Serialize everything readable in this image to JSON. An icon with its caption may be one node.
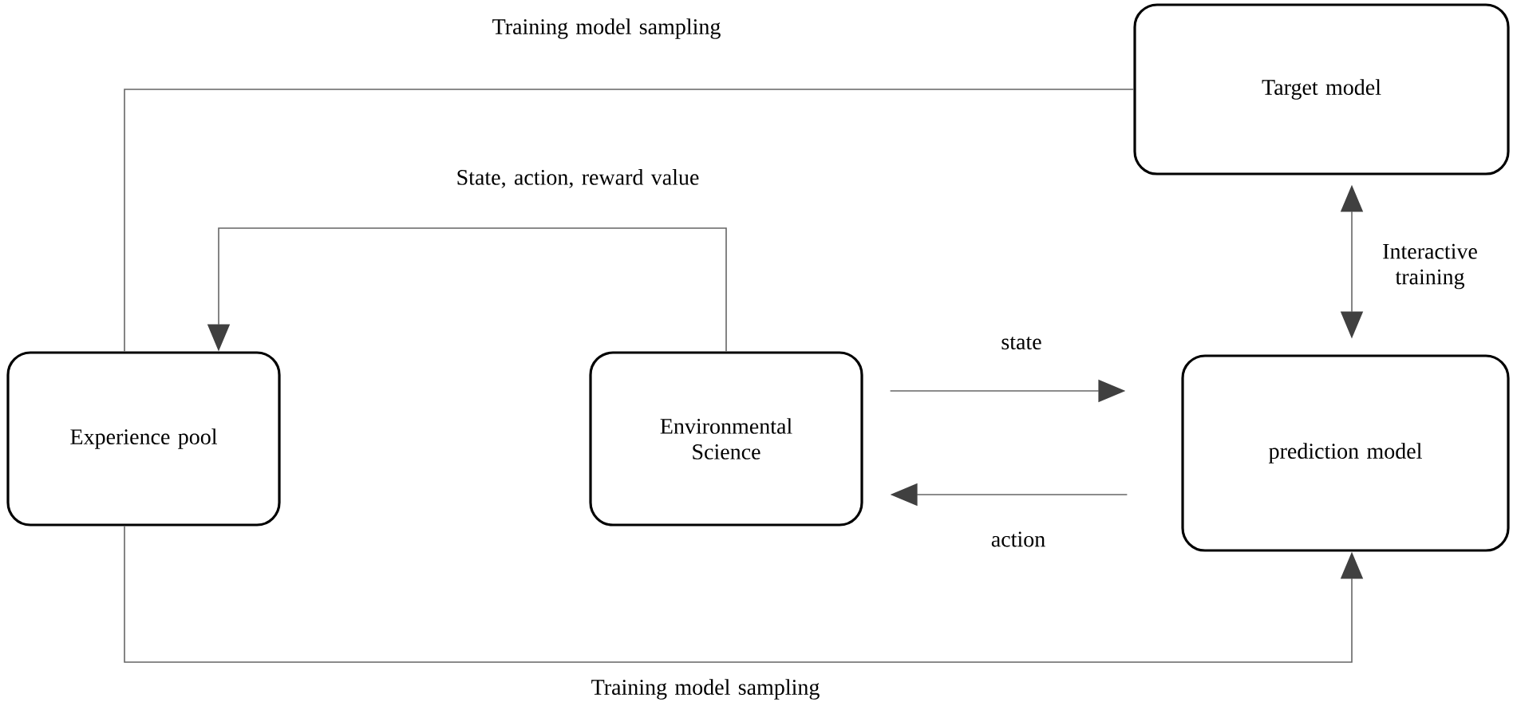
{
  "diagram": {
    "nodes": [
      {
        "text": [
          "Target model"
        ]
      },
      {
        "text": [
          "Experience pool"
        ]
      },
      {
        "text": [
          "Environmental Science"
        ]
      },
      {
        "text": [
          "prediction model"
        ]
      }
    ],
    "edges": [
      {
        "from": 0,
        "to": 1,
        "arrow": "none",
        "label": "Training model sampling"
      },
      {
        "from": 2,
        "to": 1,
        "arrow": "to",
        "label": "State, action, reward value"
      },
      {
        "from": 0,
        "to": 3,
        "arrow": "both",
        "label": "Interactive training"
      },
      {
        "from": 2,
        "to": 3,
        "arrow": "to",
        "label": "state"
      },
      {
        "from": 3,
        "to": 2,
        "arrow": "to",
        "label": "action"
      },
      {
        "from": 1,
        "to": 3,
        "arrow": "to",
        "label": "Training model sampling"
      }
    ]
  }
}
